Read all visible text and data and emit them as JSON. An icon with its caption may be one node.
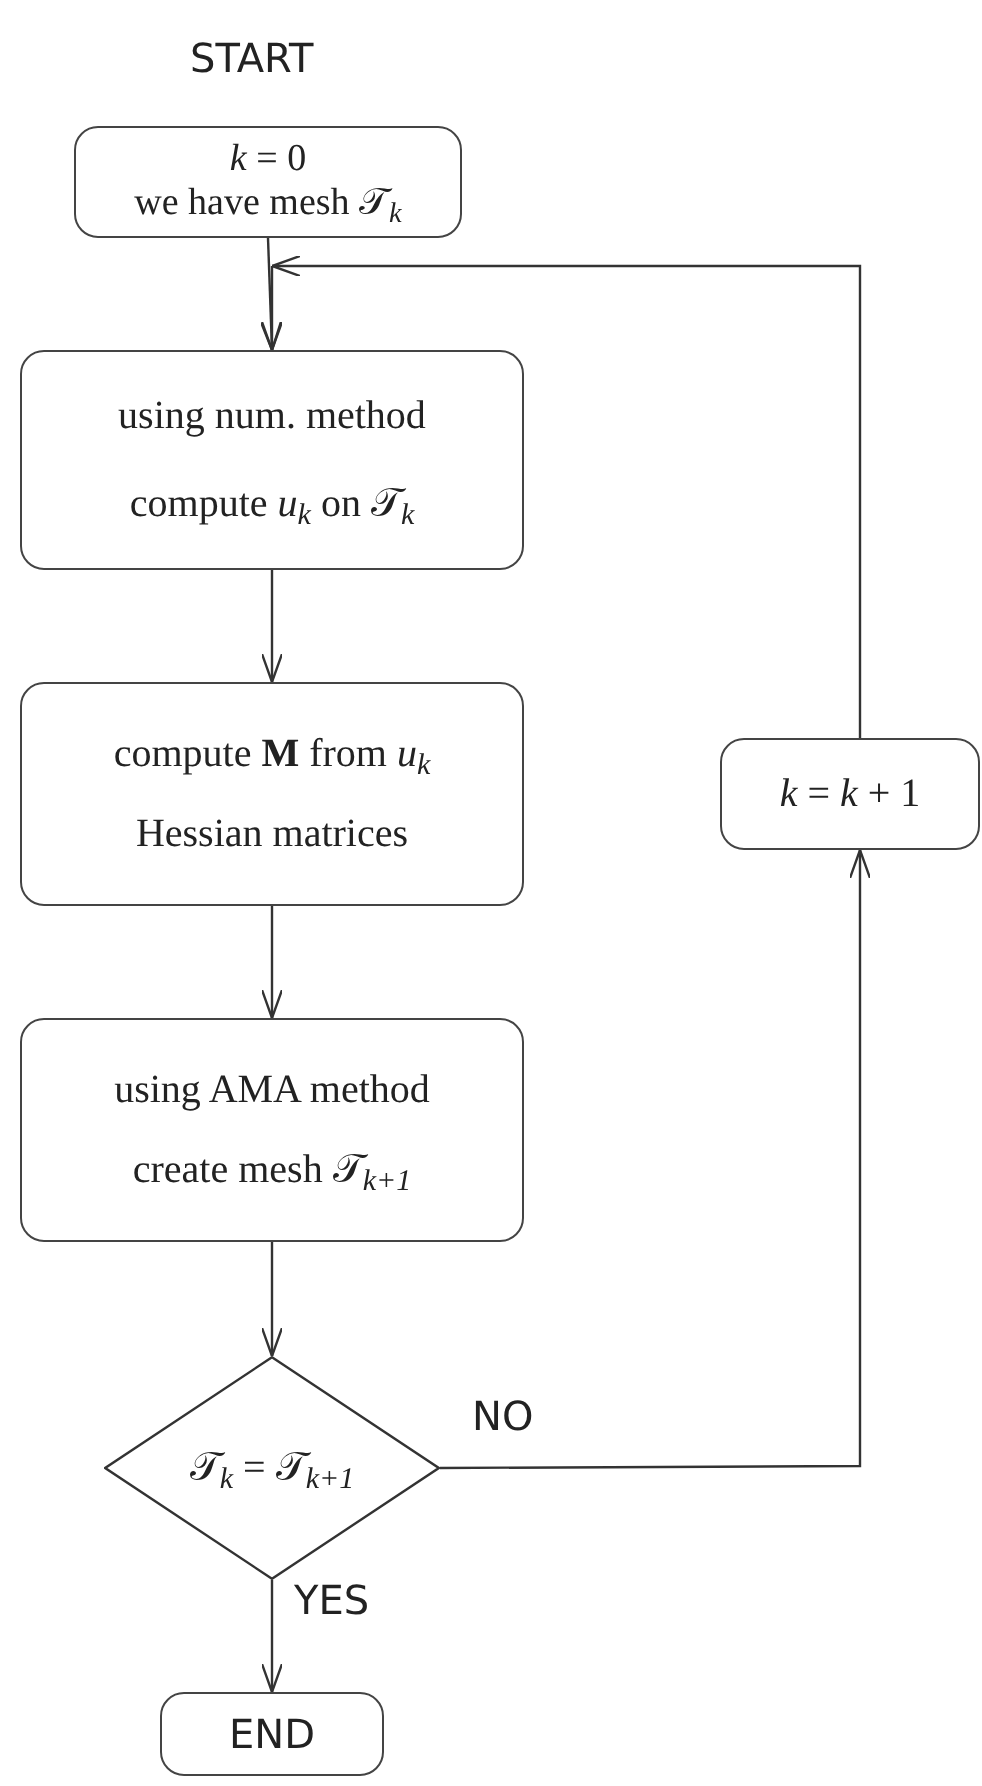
{
  "diagram": {
    "nodes": [
      {
        "text": [
          "*k* = 0",
          "we have mesh 𝒯$_{k}$"
        ]
      },
      {
        "text": [
          "using num. method compute *u*$_{k}$ on 𝒯$_{k}$"
        ]
      },
      {
        "text": [
          "compute **M** from *u*$_{k}$ Hessian matrices"
        ]
      },
      {
        "text": [
          "using AMA method create mesh 𝒯$_{k+1}$"
        ]
      },
      {
        "text": [
          "𝒯$_{k}$ = 𝒯$_{k+1}$"
        ]
      },
      {
        "text": [
          "END"
        ]
      },
      {
        "text": [
          "*k* = *k* + 1"
        ]
      }
    ],
    "edges": [
      {
        "from": 0,
        "to": 1,
        "arrow": "to"
      },
      {
        "from": 1,
        "to": 2,
        "arrow": "to"
      },
      {
        "from": 2,
        "to": 3,
        "arrow": "to"
      },
      {
        "from": 3,
        "to": 4,
        "arrow": "to"
      },
      {
        "from": 4,
        "to": 5,
        "arrow": "to",
        "label": "YES"
      },
      {
        "from": 4,
        "to": 6,
        "arrow": "to",
        "label": "NO"
      },
      {
        "from": 6,
        "to": 1,
        "arrow": "to"
      }
    ],
    "labels": [
      "START"
    ]
  }
}
